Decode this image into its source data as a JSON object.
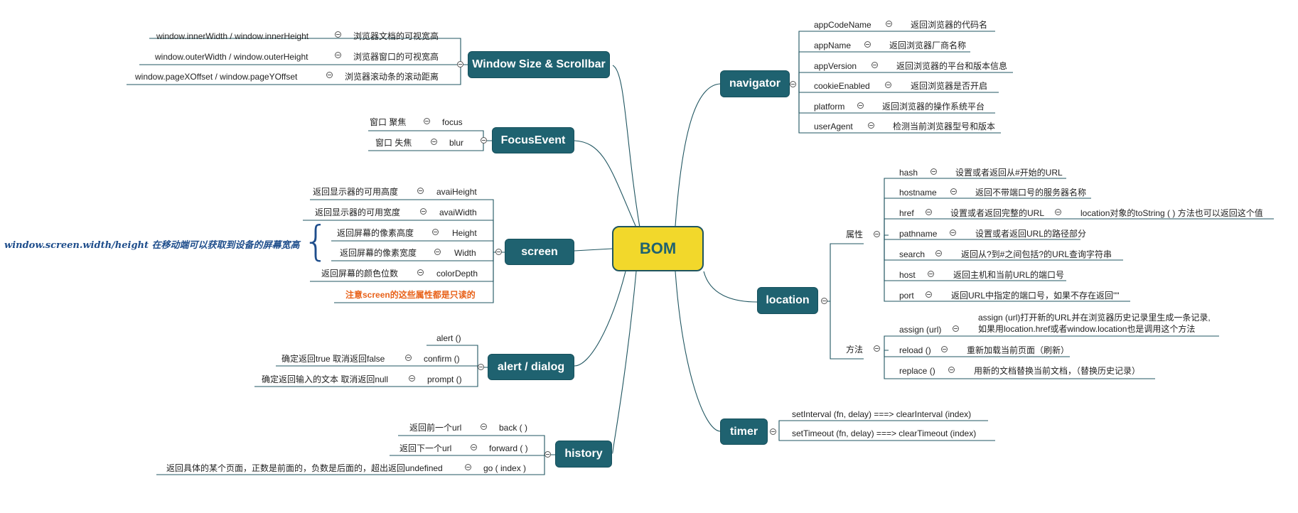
{
  "root": "BOM",
  "window_size": {
    "title": "Window Size & Scrollbar",
    "items": [
      {
        "prop": "window.innerWidth / window.innerHeight",
        "desc": "浏览器文档的可视宽高"
      },
      {
        "prop": "window.outerWidth / window.outerHeight",
        "desc": "浏览器窗口的可视宽高"
      },
      {
        "prop": "window.pageXOffset / window.pageYOffset",
        "desc": "浏览器滚动条的滚动距离"
      }
    ]
  },
  "focus_event": {
    "title": "FocusEvent",
    "items": [
      {
        "desc": "窗口 聚焦",
        "prop": "focus"
      },
      {
        "desc": "窗口 失焦",
        "prop": "blur"
      }
    ]
  },
  "screen": {
    "title": "screen",
    "items": [
      {
        "desc": "返回显示器的可用高度",
        "prop": "avaiHeight"
      },
      {
        "desc": "返回显示器的可用宽度",
        "prop": "avaiWidth"
      },
      {
        "desc": "返回屏幕的像素高度",
        "prop": "Height"
      },
      {
        "desc": "返回屏幕的像素宽度",
        "prop": "Width"
      },
      {
        "desc": "返回屏幕的颜色位数",
        "prop": "colorDepth"
      }
    ],
    "warning": "注意screen的这些属性都是只读的",
    "side_note": "window.screen.width/height 在移动端可以获取到设备的屏幕宽高"
  },
  "dialog": {
    "title": "alert / dialog",
    "items": [
      {
        "desc": "",
        "prop": "alert ()"
      },
      {
        "desc": "确定返回true 取消返回false",
        "prop": "confirm ()"
      },
      {
        "desc": "确定返回输入的文本 取消返回null",
        "prop": "prompt ()"
      }
    ]
  },
  "history": {
    "title": "history",
    "items": [
      {
        "desc": "返回前一个url",
        "prop": "back ( )"
      },
      {
        "desc": "返回下一个url",
        "prop": "forward ( )"
      },
      {
        "desc": "返回具体的某个页面，正数是前面的，负数是后面的，超出返回undefined",
        "prop": "go ( index )"
      }
    ]
  },
  "navigator": {
    "title": "navigator",
    "items": [
      {
        "prop": "appCodeName",
        "desc": "返回浏览器的代码名"
      },
      {
        "prop": "appName",
        "desc": "返回浏览器厂商名称"
      },
      {
        "prop": "appVersion",
        "desc": "返回浏览器的平台和版本信息"
      },
      {
        "prop": "cookieEnabled",
        "desc": "返回浏览器是否开启"
      },
      {
        "prop": "platform",
        "desc": "返回浏览器的操作系统平台"
      },
      {
        "prop": "userAgent",
        "desc": "检测当前浏览器型号和版本"
      }
    ]
  },
  "location": {
    "title": "location",
    "attr_label": "属性",
    "attrs": [
      {
        "prop": "hash",
        "desc": "设置或者返回从#开始的URL"
      },
      {
        "prop": "hostname",
        "desc": "返回不带端口号的服务器名称"
      },
      {
        "prop": "href",
        "desc": "设置或者返回完整的URL",
        "extra": "location对象的toString ( ) 方法也可以返回这个值"
      },
      {
        "prop": "pathname",
        "desc": "设置或者返回URL的路径部分"
      },
      {
        "prop": "search",
        "desc": "返回从?到#之间包括?的URL查询字符串"
      },
      {
        "prop": "host",
        "desc": "返回主机和当前URL的端口号"
      },
      {
        "prop": "port",
        "desc": "返回URL中指定的端口号，如果不存在返回\"\""
      }
    ],
    "method_label": "方法",
    "methods": [
      {
        "prop": "assign (url)",
        "desc": "assign (url)打开新的URL并在浏览器历史记录里生成一条记录,",
        "desc2": "如果用location.href或者window.location也是调用这个方法"
      },
      {
        "prop": "reload ()",
        "desc": "重新加载当前页面（刷新）"
      },
      {
        "prop": "replace ()",
        "desc": "用新的文档替换当前文档，（替换历史记录）"
      }
    ]
  },
  "timer": {
    "title": "timer",
    "items": [
      "setInterval (fn, delay) ===> clearInterval (index)",
      "setTimeout (fn, delay) ===> clearTimeout (index)"
    ]
  }
}
